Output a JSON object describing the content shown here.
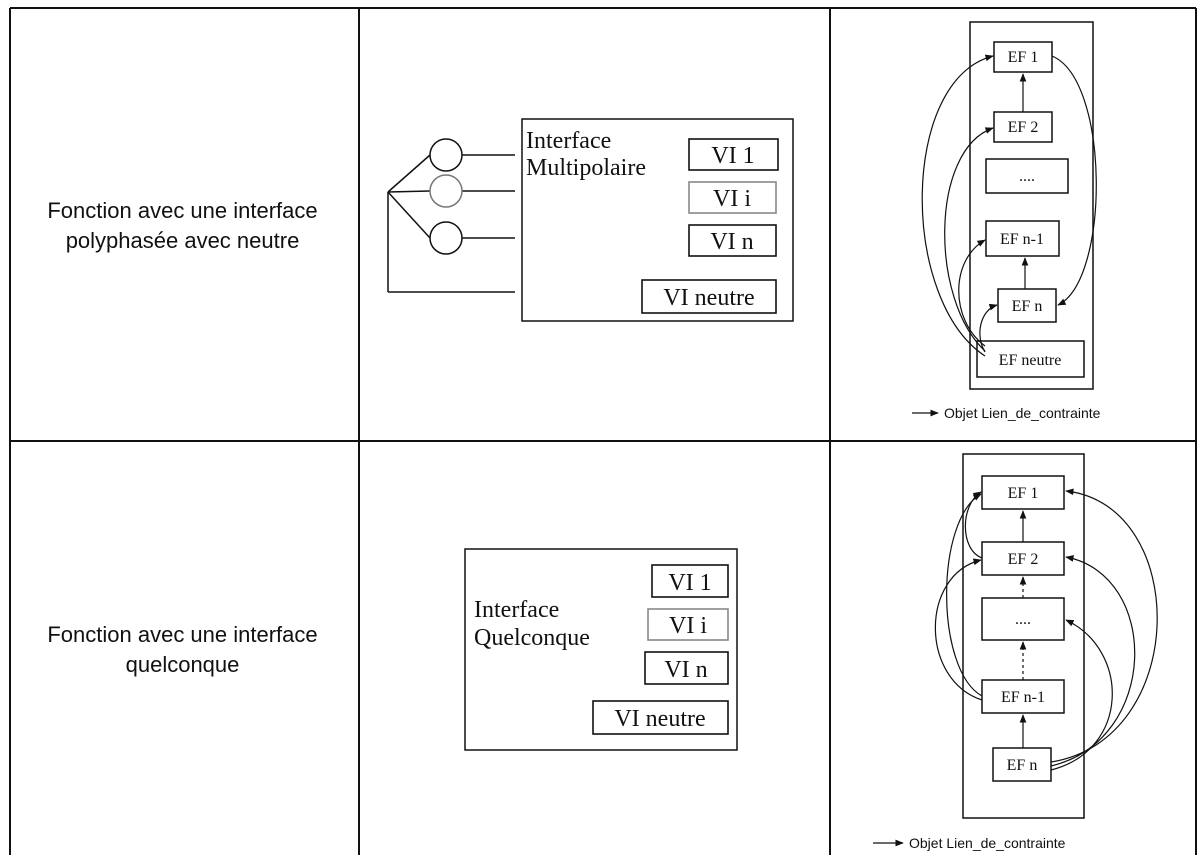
{
  "rows": [
    {
      "function_label": [
        "Fonction avec une interface",
        "polyphasée avec neutre"
      ],
      "interface": {
        "title": [
          "Interface",
          "Multipolaire"
        ],
        "vi_boxes": [
          "VI 1",
          "VI i",
          "VI n",
          "VI neutre"
        ]
      },
      "ef_chain": {
        "nodes": [
          "EF 1",
          "EF 2",
          "....",
          "EF n-1",
          "EF n",
          "EF neutre"
        ],
        "legend": "Objet Lien_de_contrainte"
      }
    },
    {
      "function_label": [
        "Fonction avec une interface",
        "quelconque"
      ],
      "interface": {
        "title": [
          "Interface",
          "Quelconque"
        ],
        "vi_boxes": [
          "VI 1",
          "VI i",
          "VI n",
          "VI neutre"
        ]
      },
      "ef_chain": {
        "nodes": [
          "EF 1",
          "EF 2",
          "....",
          "EF n-1",
          "EF n"
        ],
        "legend": "Objet Lien_de_contrainte"
      }
    }
  ]
}
